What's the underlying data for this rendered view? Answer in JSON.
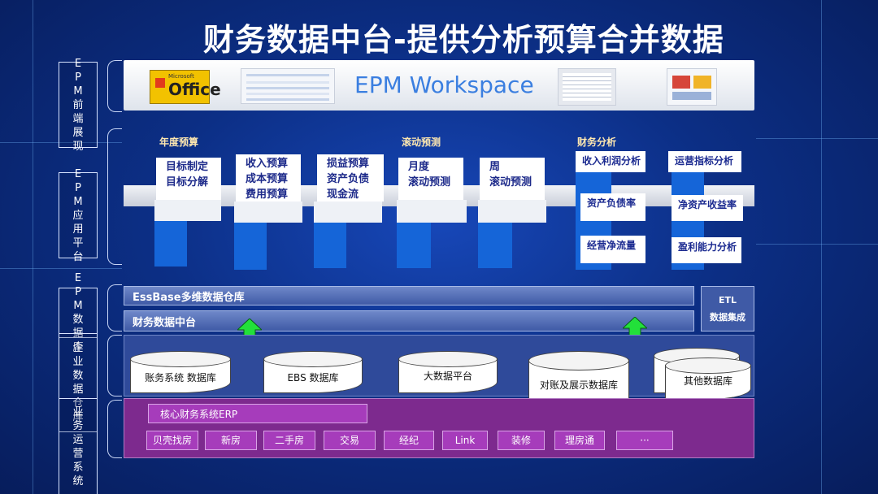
{
  "title": "财务数据中台-提供分析预算合并数据",
  "tiers": {
    "front": "EPM前端展现",
    "app": "EPM应用平台",
    "db": "EPM数据库",
    "enterprise": "企业数据仓库",
    "business": "业务运营系统"
  },
  "front": {
    "workspace": "EPM Workspace",
    "office_small": "Microsoft",
    "office": "Office"
  },
  "sections": {
    "annual": "年度预算",
    "rolling": "滚动预测",
    "analysis": "财务分析"
  },
  "cards": [
    {
      "line1": "目标制定",
      "line2": "目标分解"
    },
    {
      "line1": "收入预算",
      "line2": "成本预算",
      "line3": "费用预算"
    },
    {
      "line1": "损益预算",
      "line2": "资产负债",
      "line3": "现金流"
    },
    {
      "line1": "月度",
      "line2": "滚动预测"
    },
    {
      "line1": "周",
      "line2": "滚动预测"
    }
  ],
  "analysis": [
    "收入利润分析",
    "运营指标分析",
    "资产负债率",
    "净资产收益率",
    "经营净流量",
    "盈利能力分析"
  ],
  "bars": {
    "essbase": "EssBase多维数据仓库",
    "midplat": "财务数据中台",
    "etl1": "ETL",
    "etl2": "数据集成"
  },
  "databases": [
    "账务系统 数据库",
    "EBS 数据库",
    "大数据平台",
    "对账及展示数据库",
    "其他数据库"
  ],
  "erp": "核心财务系统ERP",
  "systems": [
    "贝壳找房",
    "新房",
    "二手房",
    "交易",
    "经纪",
    "Link",
    "装修",
    "理房通",
    "···"
  ],
  "colors": {
    "background": "#0b2b7a",
    "accent_blue": "#1565d8",
    "purple": "#7d2a8e",
    "arrow_green": "#22e03a"
  }
}
